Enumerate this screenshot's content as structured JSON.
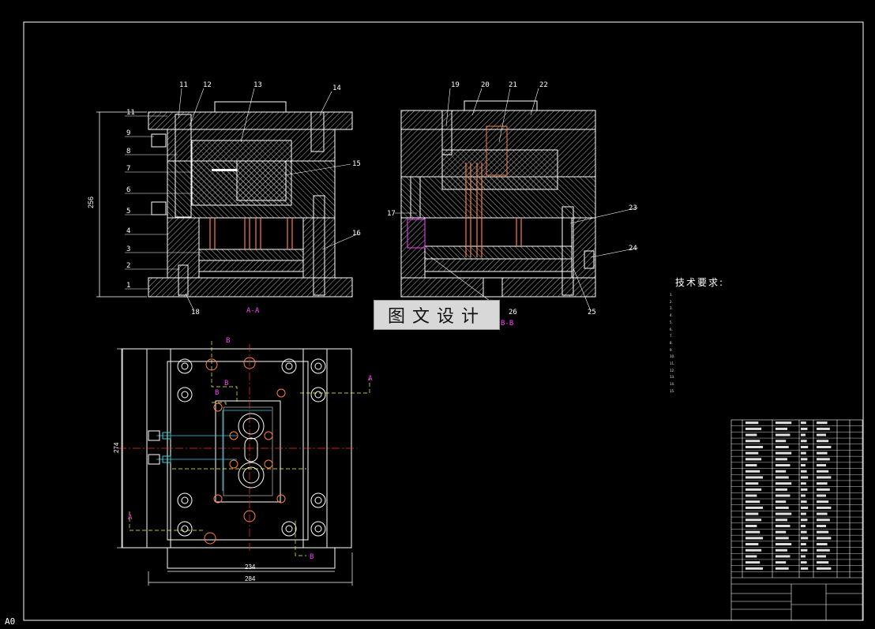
{
  "drawing": {
    "sheet_label": "A0",
    "watermark": "图文设计",
    "tech_title": "技术要求:",
    "tech_notes": [
      "1.",
      "2.",
      "3.",
      "4.",
      "5.",
      "6.",
      "7.",
      "8.",
      "9.",
      "10.",
      "11.",
      "12.",
      "13.",
      "14.",
      "15."
    ],
    "left_view": {
      "part_numbers_left": [
        "11",
        "9",
        "8",
        "7",
        "6",
        "5",
        "4",
        "3",
        "2",
        "1"
      ],
      "part_numbers_top": [
        "11",
        "12",
        "13",
        "14"
      ],
      "part_numbers_right": [
        "15",
        "16"
      ],
      "part_number_bottom": "18",
      "height_dim": "256",
      "section_label": "A-A"
    },
    "right_view": {
      "part_numbers_top": [
        "19",
        "20",
        "21",
        "22"
      ],
      "part_numbers_left": [
        "17"
      ],
      "part_numbers_right": [
        "23",
        "24",
        "25"
      ],
      "part_number_bottom": "26",
      "section_label": "B-B"
    },
    "plan_view": {
      "width_inner_dim": "234",
      "width_outer_dim": "284",
      "height_dim": "274",
      "section_marks": [
        "B",
        "B",
        "A",
        "A",
        "B",
        "B"
      ]
    },
    "colors": {
      "background": "#000000",
      "outline": "#ffffff",
      "hatch": "#d0d0d0",
      "center_line": "#ff3030",
      "section_line": "#ffff40",
      "section_mark": "#ff40ff",
      "cyan": "#30d0e0",
      "orange": "#ff8040",
      "green": "#40d040"
    }
  }
}
